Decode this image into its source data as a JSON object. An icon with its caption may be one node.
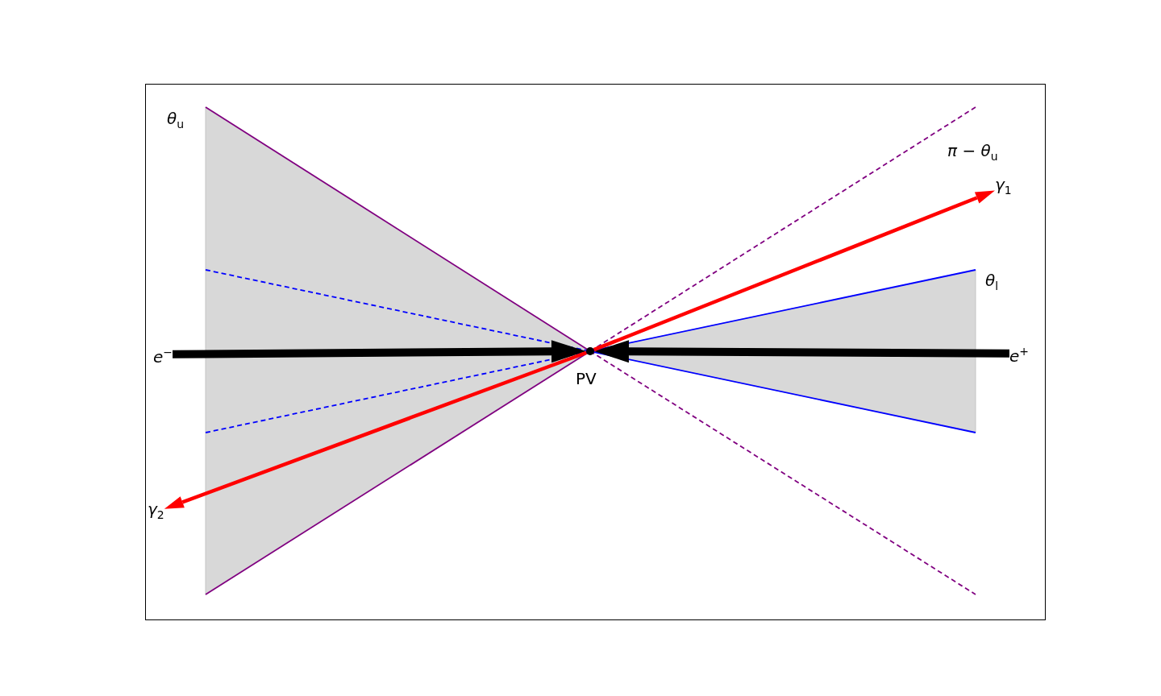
{
  "diagram": {
    "nodes": [
      {
        "text": [],
        "shape": "circle",
        "beside": [
          "PV"
        ]
      },
      {
        "text": [
          "e$^{−}$"
        ]
      },
      {
        "text": [
          "e$^{+}$"
        ]
      },
      {
        "text": [
          "γ$_{1}$"
        ]
      },
      {
        "text": [
          "γ$_{2}$"
        ]
      }
    ],
    "edges": [
      {
        "from": 1,
        "to": 0,
        "arrow": "to",
        "style": "thick",
        "color": "#000000"
      },
      {
        "from": 2,
        "to": 0,
        "arrow": "to",
        "style": "thick",
        "color": "#000000"
      },
      {
        "from": 0,
        "to": 3,
        "arrow": "to",
        "color": "#ff0000"
      },
      {
        "from": 0,
        "to": 4,
        "arrow": "to",
        "color": "#ff0000"
      }
    ],
    "labels": [
      "θ$_{u}$",
      "π − θ$_{u}$",
      "θ$_{l}$"
    ]
  }
}
